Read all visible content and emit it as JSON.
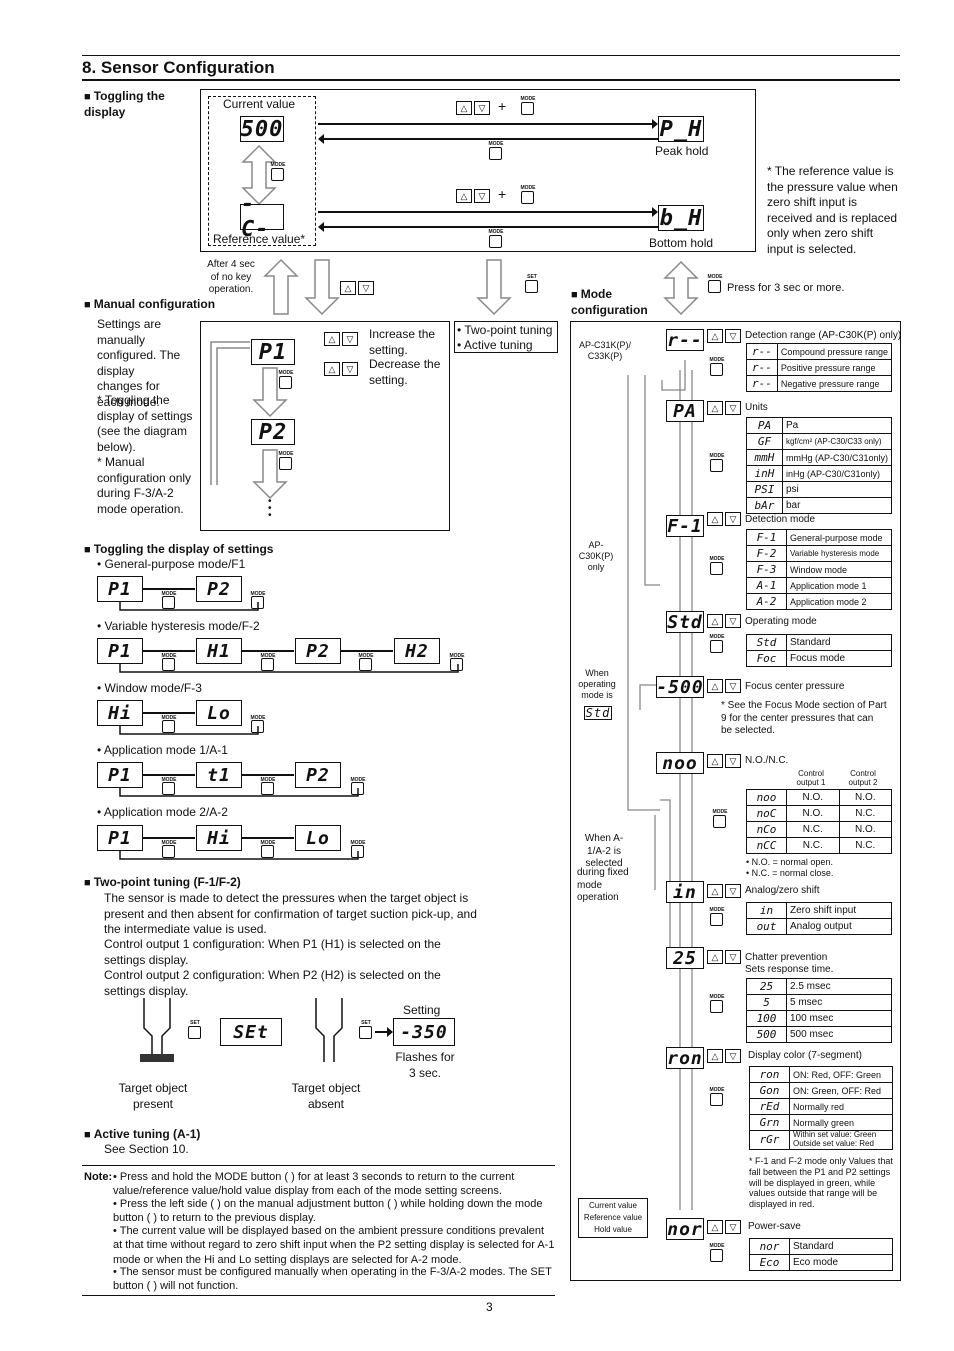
{
  "header": {
    "title": "8. Sensor Configuration",
    "page_number": "3"
  },
  "toggling": {
    "label": "Toggling the display",
    "current_value": "Current value",
    "reference_value": "Reference value*",
    "peak_hold": "Peak hold",
    "bottom_hold": "Bottom hold",
    "disp_current": "500",
    "disp_reference": "-C-",
    "disp_peak": "P_H",
    "disp_bottom": "b_H",
    "note": "* The reference value is the pressure value when zero shift input is received and is replaced only when zero shift input is selected.",
    "after_4sec": "After 4 sec of no key operation.",
    "press3": "Press for 3 sec or more."
  },
  "manual": {
    "label": "Manual configuration",
    "desc": "Settings are manually configured. The display changes for each mode.",
    "note1": "* Toggling the display of settings (see the diagram below).",
    "note2": "* Manual configuration only during F-3/A-2 mode operation.",
    "p1": "P1",
    "p2": "P2",
    "increase": "Increase the setting.",
    "decrease": "Decrease the setting.",
    "tuning": [
      "Two-point tuning",
      "Active tuning"
    ]
  },
  "settings_toggle": {
    "label": "Toggling the display of settings",
    "rows": [
      {
        "title": "General-purpose mode/F1",
        "cells": [
          "P1",
          "P2"
        ]
      },
      {
        "title": "Variable hysteresis mode/F-2",
        "cells": [
          "P1",
          "H1",
          "P2",
          "H2"
        ]
      },
      {
        "title": "Window mode/F-3",
        "cells": [
          "Hi",
          "Lo"
        ]
      },
      {
        "title": "Application mode 1/A-1",
        "cells": [
          "P1",
          "t1",
          "P2"
        ]
      },
      {
        "title": "Application mode 2/A-2",
        "cells": [
          "P1",
          "Hi",
          "Lo"
        ]
      }
    ]
  },
  "two_point": {
    "label": "Two-point tuning (F-1/F-2)",
    "p1": "The sensor is made to detect the pressures when the target object is present and then absent for confirmation of target suction pick-up, and the intermediate value is used.",
    "p2": "Control output 1 configuration: When P1 (H1) is selected on the settings display.",
    "p3": "Control output 2 configuration: When P2 (H2) is selected on the settings display.",
    "present": "Target object present",
    "absent": "Target object absent",
    "setting": "Setting",
    "flashes": "Flashes for 3 sec.",
    "disp_set": "SEt",
    "disp_val": "-350"
  },
  "active": {
    "label": "Active tuning (A-1)",
    "text": "See Section 10."
  },
  "note": {
    "label": "Note:",
    "items": [
      "Press and hold the MODE button ( ) for at least 3 seconds to return to the current value/reference value/hold value display from each of the mode setting screens.",
      "Press the left side ( ) on the manual adjustment button ( ) while holding down the mode button ( ) to return to the previous display.",
      "The current value will be displayed based on the ambient pressure conditions prevalent at that time without regard to zero shift input when the P2 setting display is selected for A-1 mode or when the Hi and Lo setting displays are selected for A-2 mode.",
      "The sensor must be configured manually when operating in the F-3/A-2 modes. The SET button ( ) will not function."
    ]
  },
  "mode_config": {
    "label": "Mode configuration",
    "ap_c31": "AP-C31K(P)/ C33K(P)",
    "ap_c30": "AP-C30K(P) only",
    "when_std": "When operating mode is",
    "std": "Std",
    "when_a1": "When A-1/A-2 is selected",
    "during": "during fixed mode operation",
    "final_box": [
      "Current value",
      "Reference value",
      "Hold value"
    ],
    "detection_range": {
      "title": "Detection range (AP-C30K(P) only)",
      "disp": "r--",
      "rows": [
        [
          "r--",
          "Compound pressure range"
        ],
        [
          "r--",
          "Positive pressure range"
        ],
        [
          "r--",
          "Negative pressure range"
        ]
      ]
    },
    "units": {
      "title": "Units",
      "disp": "PA",
      "rows": [
        [
          "PA",
          "Pa"
        ],
        [
          "GF",
          "kgf/cm² (AP-C30/C33 only)"
        ],
        [
          "mmH",
          "mmHg (AP-C30/C31only)"
        ],
        [
          "inH",
          "inHg (AP-C30/C31only)"
        ],
        [
          "PSI",
          "psi"
        ],
        [
          "bAr",
          "bar"
        ]
      ]
    },
    "detection_mode": {
      "title": "Detection mode",
      "disp": "F-1",
      "rows": [
        [
          "F-1",
          "General-purpose mode"
        ],
        [
          "F-2",
          "Variable hysteresis mode"
        ],
        [
          "F-3",
          "Window mode"
        ],
        [
          "A-1",
          "Application mode 1"
        ],
        [
          "A-2",
          "Application mode 2"
        ]
      ]
    },
    "operating_mode": {
      "title": "Operating mode",
      "disp": "Std",
      "rows": [
        [
          "Std",
          "Standard"
        ],
        [
          "Foc",
          "Focus mode"
        ]
      ]
    },
    "focus": {
      "title": "Focus center pressure",
      "disp": "-500",
      "note": "* See the Focus Mode section of Part 9 for the center pressures that can be selected."
    },
    "no_nc": {
      "title": "N.O./N.C.",
      "disp": "noo",
      "h1": "Control output 1",
      "h2": "Control output 2",
      "rows": [
        [
          "noo",
          "N.O.",
          "N.O."
        ],
        [
          "noC",
          "N.O.",
          "N.C."
        ],
        [
          "nCo",
          "N.C.",
          "N.O."
        ],
        [
          "nCC",
          "N.C.",
          "N.C."
        ]
      ],
      "n1": "• N.O. = normal open.",
      "n2": "• N.C. = normal close."
    },
    "analog": {
      "title": "Analog/zero shift",
      "disp": "in",
      "rows": [
        [
          "in",
          "Zero shift input"
        ],
        [
          "out",
          "Analog output"
        ]
      ]
    },
    "chatter": {
      "title": "Chatter prevention",
      "sub": "Sets response time.",
      "disp": "25",
      "rows": [
        [
          "25",
          "2.5 msec"
        ],
        [
          "5",
          "5 msec"
        ],
        [
          "100",
          "100 msec"
        ],
        [
          "500",
          "500 msec"
        ]
      ]
    },
    "color": {
      "title": "Display color (7-segment)",
      "disp": "ron",
      "rows": [
        [
          "ron",
          "ON: Red, OFF: Green"
        ],
        [
          "Gon",
          "ON: Green, OFF: Red"
        ],
        [
          "rEd",
          "Normally red"
        ],
        [
          "Grn",
          "Normally green"
        ],
        [
          "rGr",
          "Within set value: Green Outside set value: Red"
        ]
      ],
      "note": "* F-1 and F-2 mode only Values that fall between the P1 and P2 settings will be displayed in green, while values outside that range will be displayed in red."
    },
    "power": {
      "title": "Power-save",
      "disp": "nor",
      "rows": [
        [
          "nor",
          "Standard"
        ],
        [
          "Eco",
          "Eco mode"
        ]
      ]
    }
  },
  "labels": {
    "mode": "MODE",
    "set": "SET"
  }
}
